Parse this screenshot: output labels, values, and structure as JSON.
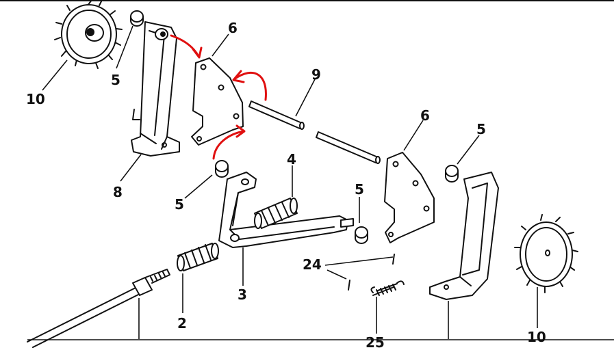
{
  "labels": {
    "l10a": "10",
    "l5a": "5",
    "l6a": "6",
    "l9": "9",
    "l6b": "6",
    "l5b": "5",
    "l8": "8",
    "l5c": "5",
    "l4": "4",
    "l5d": "5",
    "l24": "24",
    "l3": "3",
    "l2": "2",
    "l25": "25",
    "l10b": "10"
  },
  "colors": {
    "ink": "#111111",
    "annotation": "#e01010"
  }
}
